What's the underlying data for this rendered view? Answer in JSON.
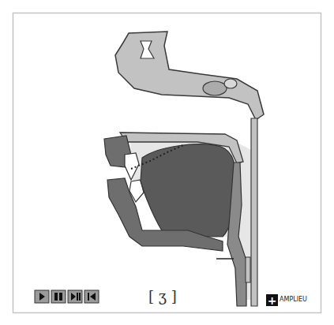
{
  "diagram": {
    "labels": [
      "[ ʒ ]",
      "+",
      "AMPLIEU"
    ]
  }
}
